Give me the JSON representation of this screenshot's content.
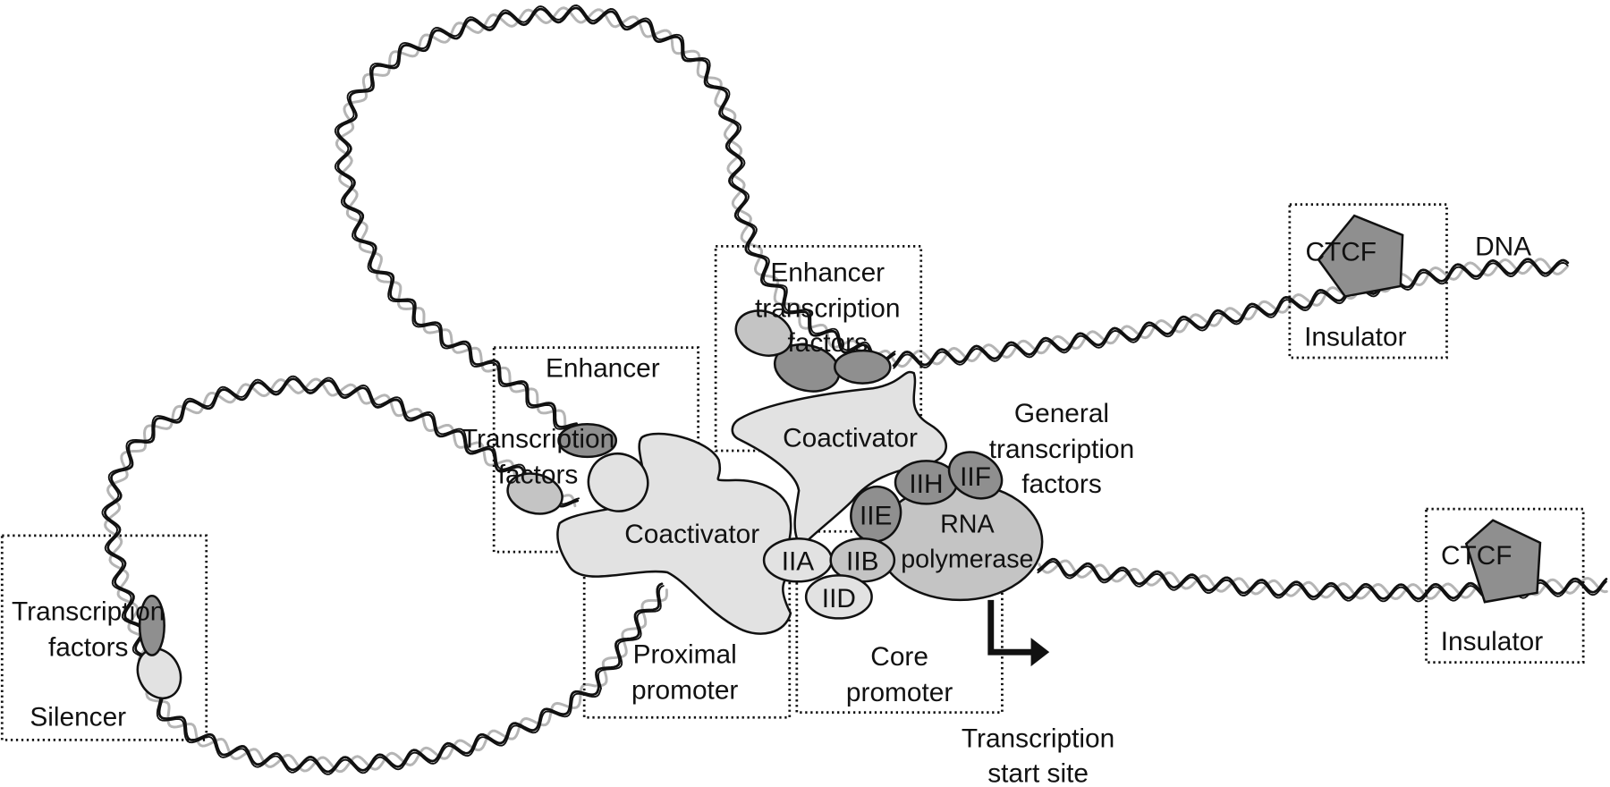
{
  "diagram": {
    "title": "Transcription regulation: DNA looping, enhancers, silencer, promoters and insulators",
    "colors": {
      "light_protein": "#e2e2e2",
      "mid_protein": "#c4c4c4",
      "dark_protein": "#8f8f8f",
      "dna_dark_strand": "#111111",
      "dna_light_strand": "#b5b5b5",
      "arrow": "#111111"
    },
    "regions": {
      "silencer": {
        "label": "Silencer",
        "tf_label_line1": "Transcription",
        "tf_label_line2": "factors"
      },
      "enhancer": {
        "label": "Enhancer",
        "tf_label_line1": "Transcription",
        "tf_label_line2": "factors"
      },
      "enhancer_tf": {
        "label_line1": "Enhancer",
        "label_line2": "transcription",
        "label_line3": "factors"
      },
      "proximal_promoter": {
        "label_line1": "Proximal",
        "label_line2": "promoter"
      },
      "core_promoter": {
        "label_line1": "Core",
        "label_line2": "promoter"
      },
      "insulator_upper": {
        "label": "Insulator",
        "protein": "CTCF"
      },
      "insulator_lower": {
        "label": "Insulator",
        "protein": "CTCF"
      }
    },
    "proteins": {
      "coactivator_left": "Coactivator",
      "coactivator_right": "Coactivator",
      "rna_polymerase_line1": "RNA",
      "rna_polymerase_line2": "polymerase",
      "general_tfs": [
        "IIA",
        "IIB",
        "IID",
        "IIE",
        "IIH",
        "IIF"
      ]
    },
    "labels": {
      "general_tf_line1": "General",
      "general_tf_line2": "transcription",
      "general_tf_line3": "factors",
      "dna": "DNA",
      "tss_line1": "Transcription",
      "tss_line2": "start site"
    }
  }
}
